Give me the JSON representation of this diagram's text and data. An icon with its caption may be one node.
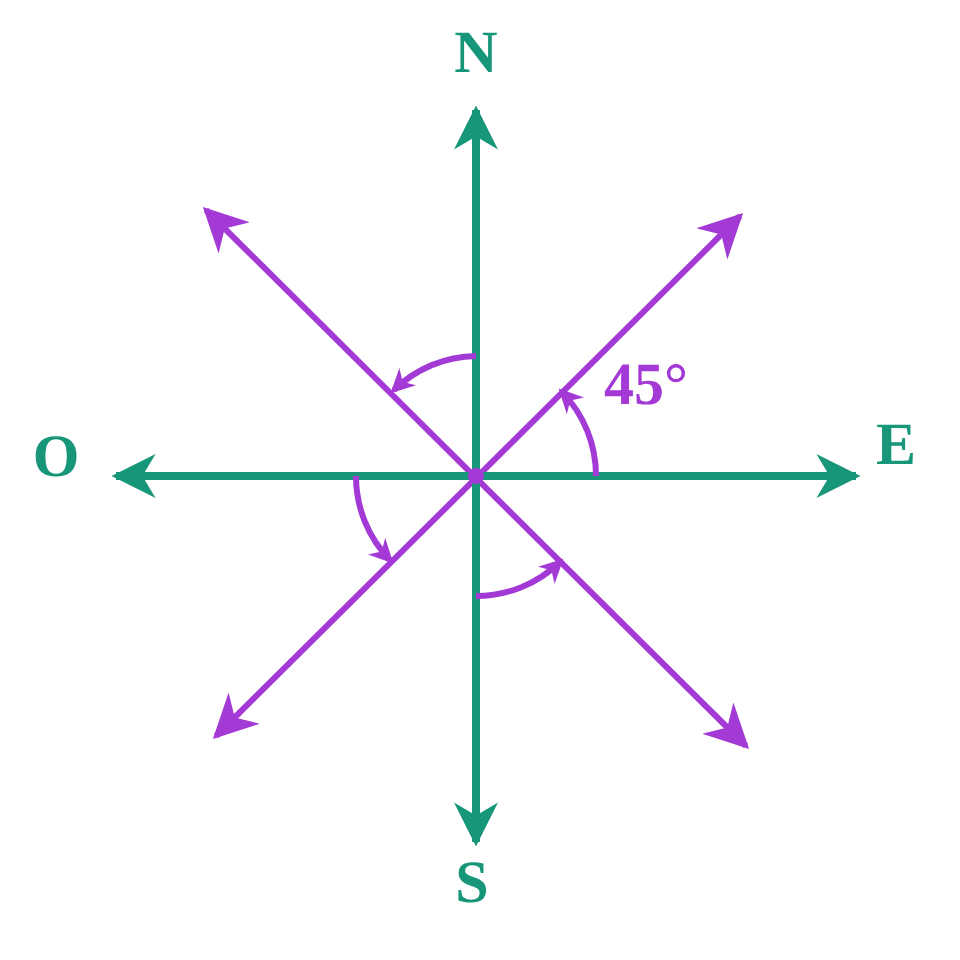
{
  "diagram": {
    "nodes": [
      {
        "text": [
          "N"
        ]
      },
      {
        "text": [
          "O"
        ]
      },
      {
        "text": [
          "E"
        ]
      },
      {
        "text": [
          "S"
        ]
      }
    ],
    "edges": [
      {
        "from": 3,
        "to": 0,
        "arrow": "both"
      },
      {
        "from": 1,
        "to": 2,
        "arrow": "both"
      }
    ],
    "labels": [
      "45°"
    ]
  }
}
